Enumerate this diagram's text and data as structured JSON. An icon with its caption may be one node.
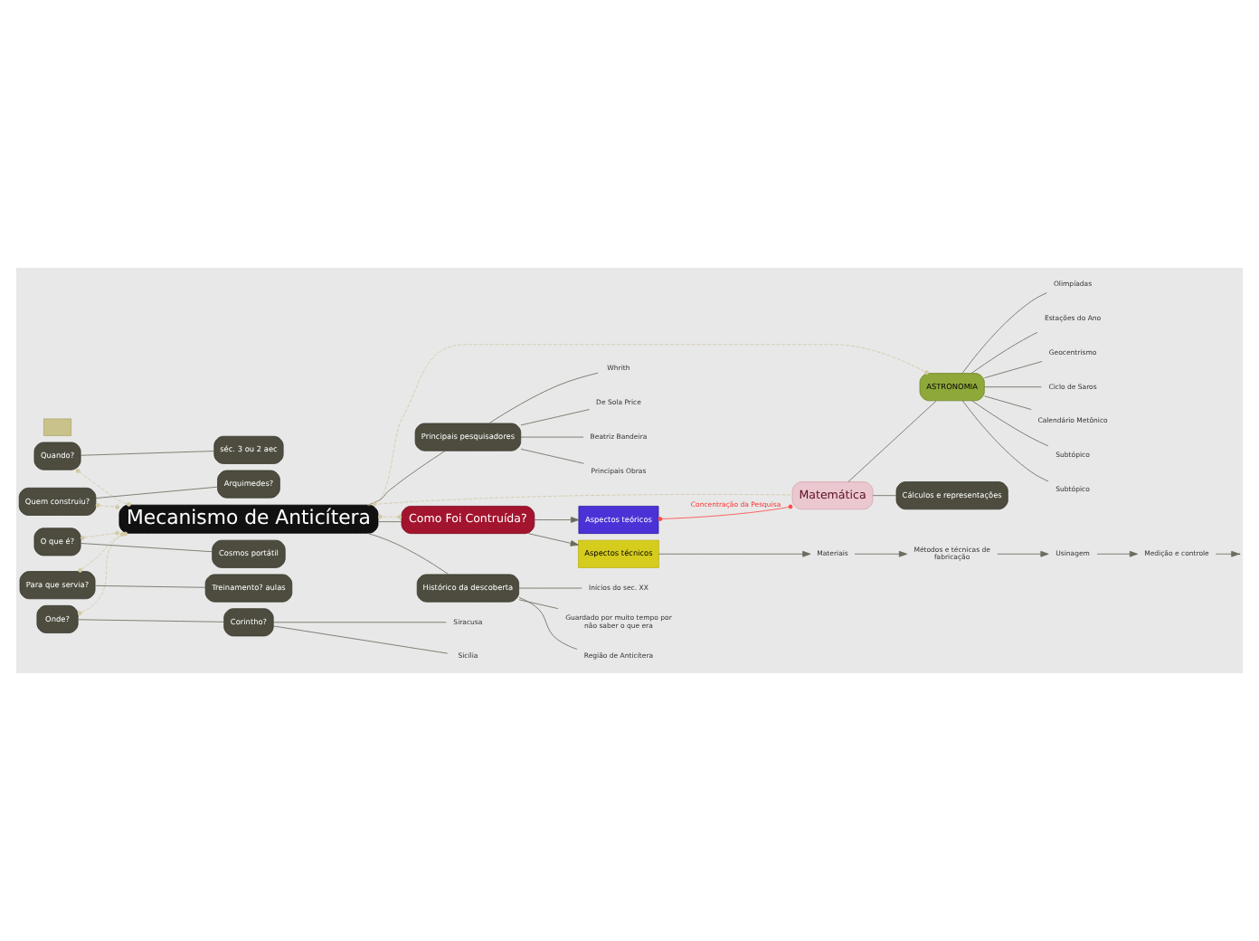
{
  "diagram": {
    "nodes": [
      {
        "text": [
          "Mecanismo de Anticítera"
        ]
      },
      {
        "text": [
          "Quando?"
        ]
      },
      {
        "text": [
          "séc. 3 ou 2 aec"
        ]
      },
      {
        "text": [
          "Quem construiu?"
        ]
      },
      {
        "text": [
          "Arquimedes?"
        ]
      },
      {
        "text": [
          "Onde?"
        ]
      },
      {
        "text": [
          "Corintho?"
        ]
      },
      {
        "text": [
          "Siracusa"
        ]
      },
      {
        "text": [
          "Sicília"
        ]
      },
      {
        "text": [
          "O que é?"
        ]
      },
      {
        "text": [
          "Cosmos portátil"
        ]
      },
      {
        "text": [
          "Para que servia?"
        ]
      },
      {
        "text": [
          "Treinamento? aulas"
        ]
      },
      {
        "text": [
          "Como Foi Contruída?"
        ]
      },
      {
        "text": [
          "Principais pesquisadores"
        ]
      },
      {
        "text": [
          "Whrith"
        ]
      },
      {
        "text": [
          "De Sola Price"
        ]
      },
      {
        "text": [
          "Beatriz Bandeira"
        ]
      },
      {
        "text": [
          "Principais Obras"
        ]
      },
      {
        "text": [
          "Histórico da descoberta"
        ]
      },
      {
        "text": [
          "Região de Anticítera"
        ]
      },
      {
        "text": [
          "Inícios do sec. XX"
        ]
      },
      {
        "text": [
          "Guardado por muito tempo por não saber o que era"
        ]
      },
      {
        "text": [
          "Aspectos técnicos"
        ]
      },
      {
        "text": [
          "Materiais"
        ]
      },
      {
        "text": [
          "Métodos e técnicas de fabricação"
        ]
      },
      {
        "text": [
          "Usinagem"
        ]
      },
      {
        "text": [
          "Medição e controle"
        ]
      },
      {
        "text": [
          "Aspectos teóricos"
        ]
      },
      {
        "text": [
          "ASTRONOMIA"
        ]
      },
      {
        "text": [
          "Geocentrismo"
        ]
      },
      {
        "text": [
          "Ciclo de Saros"
        ]
      },
      {
        "text": [
          "Calendário Metônico"
        ]
      },
      {
        "text": [
          "Subtópico"
        ]
      },
      {
        "text": [
          "Subtópico"
        ]
      },
      {
        "text": [
          "Olimpíadas"
        ]
      },
      {
        "text": [
          "Estações do Ano"
        ]
      },
      {
        "text": [
          "Matemática"
        ]
      },
      {
        "text": [
          "Cálculos e representações"
        ]
      },
      {
        "text": [],
        "shape": "box"
      }
    ],
    "edges": [
      {
        "from": 1,
        "to": 2,
        "arrow": "none"
      },
      {
        "from": 3,
        "to": 4,
        "arrow": "none"
      },
      {
        "from": 5,
        "to": 6,
        "arrow": "none"
      },
      {
        "from": 6,
        "to": 7,
        "arrow": "none"
      },
      {
        "from": 6,
        "to": 8,
        "arrow": "none"
      },
      {
        "from": 9,
        "to": 10,
        "arrow": "none"
      },
      {
        "from": 11,
        "to": 12,
        "arrow": "none"
      },
      {
        "from": 1,
        "to": 0,
        "arrow": "other",
        "style": "dashed",
        "color": "#d2c9a5"
      },
      {
        "from": 3,
        "to": 0,
        "arrow": "other",
        "style": "dashed",
        "color": "#d2c9a5"
      },
      {
        "from": 5,
        "to": 0,
        "arrow": "other",
        "style": "dashed",
        "color": "#d2c9a5"
      },
      {
        "from": 9,
        "to": 0,
        "arrow": "other",
        "style": "dashed",
        "color": "#d2c9a5"
      },
      {
        "from": 11,
        "to": 0,
        "arrow": "other",
        "style": "dashed",
        "color": "#d2c9a5"
      },
      {
        "from": 13,
        "to": 0,
        "arrow": "other",
        "style": "dashed",
        "color": "#d2c9a5"
      },
      {
        "from": 0,
        "to": 13,
        "arrow": "none"
      },
      {
        "from": 0,
        "to": 14,
        "arrow": "none"
      },
      {
        "from": 14,
        "to": 15,
        "arrow": "none"
      },
      {
        "from": 14,
        "to": 16,
        "arrow": "none"
      },
      {
        "from": 14,
        "to": 17,
        "arrow": "none"
      },
      {
        "from": 14,
        "to": 18,
        "arrow": "none"
      },
      {
        "from": 0,
        "to": 19,
        "arrow": "none"
      },
      {
        "from": 19,
        "to": 20,
        "arrow": "none"
      },
      {
        "from": 19,
        "to": 21,
        "arrow": "none"
      },
      {
        "from": 19,
        "to": 22,
        "arrow": "none"
      },
      {
        "from": 13,
        "to": 23,
        "arrow": "to"
      },
      {
        "from": 23,
        "to": 24,
        "arrow": "to"
      },
      {
        "from": 24,
        "to": 25,
        "arrow": "to"
      },
      {
        "from": 25,
        "to": 26,
        "arrow": "to"
      },
      {
        "from": 26,
        "to": 27,
        "arrow": "to"
      },
      {
        "from": 27,
        "to": null,
        "arrow": "to"
      },
      {
        "from": 13,
        "to": 28,
        "arrow": "to"
      },
      {
        "from": 0,
        "to": 29,
        "arrow": "other",
        "style": "dashed",
        "color": "#d2c9a5"
      },
      {
        "from": 29,
        "to": 30,
        "arrow": "none"
      },
      {
        "from": 29,
        "to": 31,
        "arrow": "none"
      },
      {
        "from": 29,
        "to": 32,
        "arrow": "none"
      },
      {
        "from": 29,
        "to": 33,
        "arrow": "none"
      },
      {
        "from": 29,
        "to": 34,
        "arrow": "none"
      },
      {
        "from": 29,
        "to": 35,
        "arrow": "none"
      },
      {
        "from": 29,
        "to": 36,
        "arrow": "none"
      },
      {
        "from": 28,
        "to": 37,
        "arrow": "other",
        "label": "Concentração da Pesquisa",
        "color": "#ff4a4a"
      },
      {
        "from": 0,
        "to": 37,
        "arrow": "none",
        "style": "dashed",
        "color": "#d2c9a5"
      },
      {
        "from": 37,
        "to": 29,
        "arrow": "none"
      },
      {
        "from": 37,
        "to": 38,
        "arrow": "none"
      }
    ]
  }
}
